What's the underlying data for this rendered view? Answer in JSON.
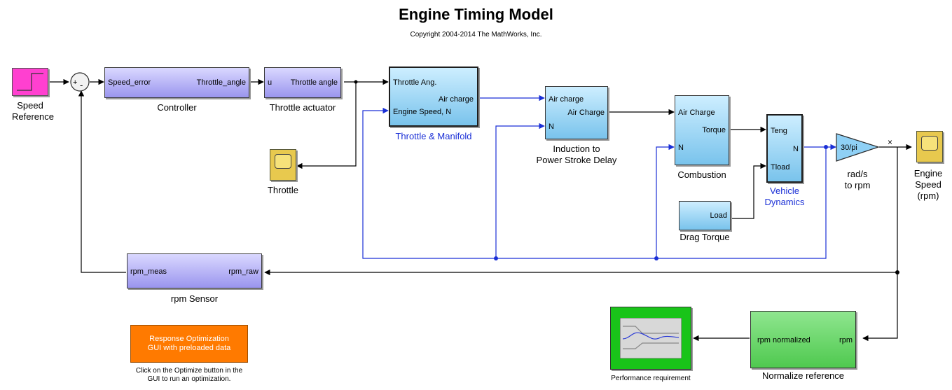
{
  "title": "Engine Timing Model",
  "copyright": "Copyright 2004-2014 The MathWorks, Inc.",
  "blocks": {
    "speed_reference": {
      "label": "Speed\nReference"
    },
    "sum": {
      "plus": "+",
      "minus": "-"
    },
    "controller": {
      "in": "Speed_error",
      "out": "Throttle_angle",
      "label": "Controller"
    },
    "throttle_actuator": {
      "in": "u",
      "out": "Throttle angle",
      "label": "Throttle actuator"
    },
    "throttle_manifold": {
      "in1": "Throttle Ang.",
      "in2": "Engine Speed, N",
      "out": "Air charge",
      "label": "Throttle & Manifold"
    },
    "induction": {
      "in1": "Air charge",
      "in2": "N",
      "out": "Air Charge",
      "label": "Induction to\nPower Stroke Delay"
    },
    "combustion": {
      "in1": "Air Charge",
      "in2": "N",
      "out": "Torque",
      "label": "Combustion"
    },
    "vehicle_dynamics": {
      "in1": "Teng",
      "in2": "Tload",
      "out": "N",
      "label": "Vehicle\nDynamics"
    },
    "drag_torque": {
      "out": "Load",
      "label": "Drag Torque"
    },
    "gain": {
      "value": "30/pi",
      "label": "rad/s\nto rpm"
    },
    "engine_speed_scope": {
      "label": "Engine\nSpeed\n(rpm)"
    },
    "throttle_scope": {
      "label": "Throttle"
    },
    "rpm_sensor": {
      "in": "rpm_raw",
      "out": "rpm_meas",
      "label": "rpm Sensor"
    },
    "response_optimization": {
      "text": "Response Optimization\nGUI with preloaded data",
      "note": "Click on the Optimize button in the\nGUI to run an optimization."
    },
    "performance_requirement": {
      "label": "Performance requirement"
    },
    "normalize_reference": {
      "in": "rpm",
      "out": "rpm normalized",
      "label": "Normalize reference"
    }
  },
  "signal_marker": "×",
  "colors": {
    "blue_line": "#1a2fd6",
    "black_line": "#000000",
    "orange": "#ff7a00",
    "green": "#5fd45f",
    "magenta": "#ff40d0"
  }
}
